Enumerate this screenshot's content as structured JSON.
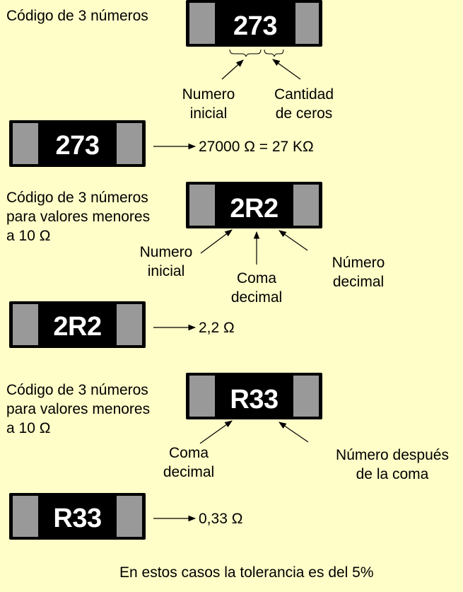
{
  "colors": {
    "background": "#fffdc8",
    "chip_body": "#000000",
    "chip_cap": "#999999",
    "chip_text": "#ffffff"
  },
  "section1": {
    "heading": "Código de 3 números",
    "chip_code": "273",
    "label_left": [
      "Numero",
      "inicial"
    ],
    "label_right": [
      "Cantidad",
      "de ceros"
    ],
    "example_code": "273",
    "result": "27000 Ω = 27 KΩ"
  },
  "section2": {
    "heading": [
      "Código de 3 números",
      "para valores menores",
      "a 10 Ω"
    ],
    "chip_code": "2R2",
    "label_left": [
      "Numero",
      "inicial"
    ],
    "label_center": [
      "Coma",
      "decimal"
    ],
    "label_right": [
      "Número",
      "decimal"
    ],
    "example_code": "2R2",
    "result": "2,2 Ω"
  },
  "section3": {
    "heading": [
      "Código de 3 números",
      "para valores menores",
      "a 10 Ω"
    ],
    "chip_code": "R33",
    "label_left": [
      "Coma",
      "decimal"
    ],
    "label_right": [
      "Número después",
      "de la coma"
    ],
    "example_code": "R33",
    "result": "0,33 Ω"
  },
  "footer": {
    "note": "En estos casos la tolerancia es del 5%"
  }
}
